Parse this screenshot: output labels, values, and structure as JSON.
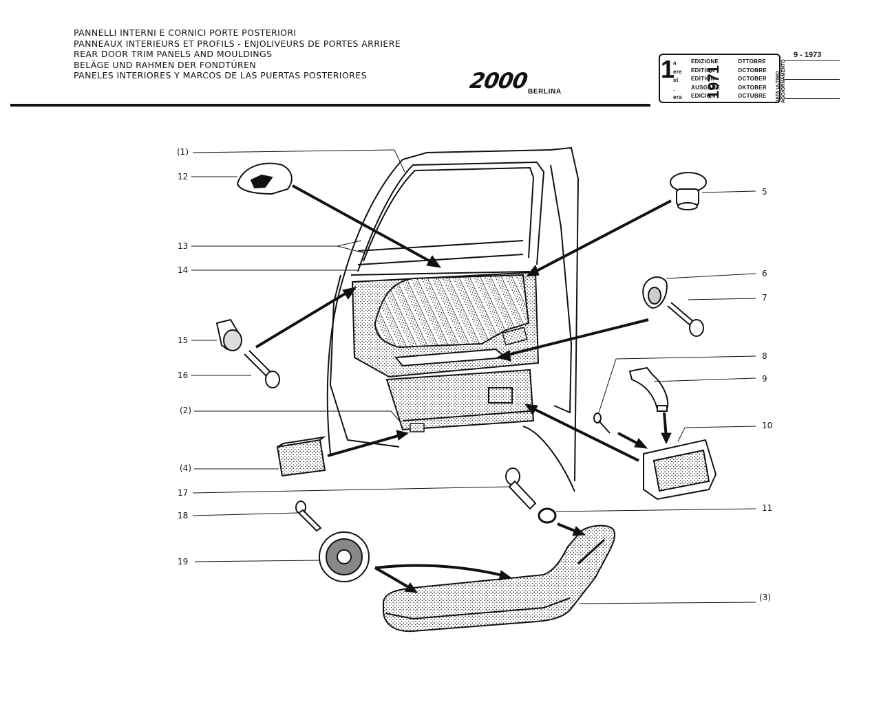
{
  "header": {
    "titles": [
      "PANNELLI INTERNI E CORNICI PORTE POSTERIORI",
      "PANNEAUX INTERIEURS ET  PROFILS - ENJOLIVEURS DE PORTES ARRIERE",
      "REAR DOOR TRIM PANELS AND MOULDINGS",
      "BELÄGE UND RAHMEN DER FONDTÜREN",
      "PANELES INTERIORES Y MARCOS DE LAS PUERTAS POSTERIORES"
    ],
    "logo": "2000",
    "model": "BERLINA"
  },
  "edition_box": {
    "number": "1",
    "suffixes": [
      "a",
      "ere",
      "st",
      ".",
      "era"
    ],
    "edition_labels": [
      "EDIZIONE",
      "EDITION",
      "EDITION",
      "AUSGABE",
      "EDICION"
    ],
    "year": "1971",
    "months": [
      "OTTOBRE",
      "OCTOBRE",
      "OCTOBER",
      "OKTOBER",
      "OCTUBRE"
    ],
    "update_label": [
      "DATA ULTIMO",
      "AGGIORNAMENTO"
    ],
    "update_date": "9 - 1973"
  },
  "callouts": {
    "c1": "(1)",
    "c12": "12",
    "c13": "13",
    "c14": "14",
    "c15": "15",
    "c16": "16",
    "c2": "(2)",
    "c4": "(4)",
    "c17": "17",
    "c18": "18",
    "c19": "19",
    "c5": "5",
    "c6": "6",
    "c7": "7",
    "c8": "8",
    "c9": "9",
    "c10": "10",
    "c11": "11",
    "c3": "(3)"
  }
}
